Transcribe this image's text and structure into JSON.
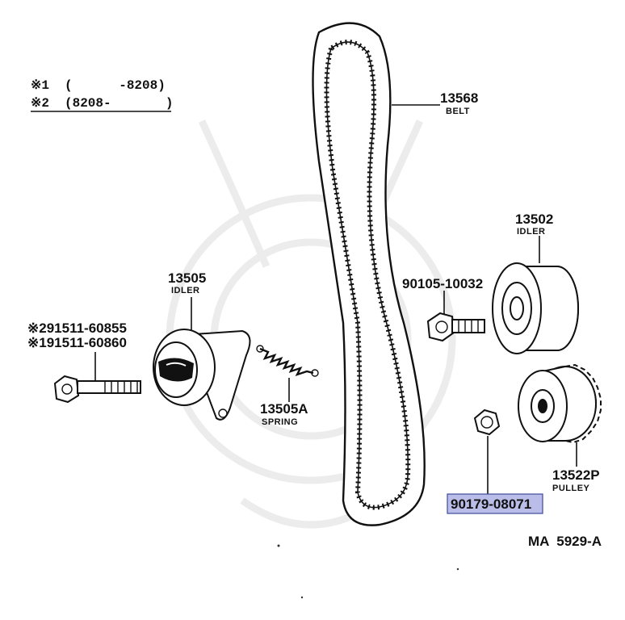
{
  "legend": {
    "note1_symbol": "※1",
    "note1_range": "(      -8208)",
    "note2_symbol": "※2",
    "note2_range": "(8208-       )"
  },
  "parts": {
    "belt": {
      "number": "13568",
      "name": "BELT"
    },
    "idler_right": {
      "number": "13502",
      "name": "IDLER"
    },
    "bolt_right": {
      "number": "90105-10032"
    },
    "idler_left": {
      "number": "13505",
      "name": "IDLER"
    },
    "bolt_left_2": {
      "number": "※291511-60855"
    },
    "bolt_left_1": {
      "number": "※191511-60860"
    },
    "spring": {
      "number": "13505A",
      "name": "SPRING"
    },
    "pulley": {
      "number": "13522P",
      "name": "PULLEY"
    },
    "nut": {
      "number": "90179-08071",
      "highlighted": true,
      "highlight_color": "#b9bde8"
    }
  },
  "diagram_code": "MA  5929-A"
}
